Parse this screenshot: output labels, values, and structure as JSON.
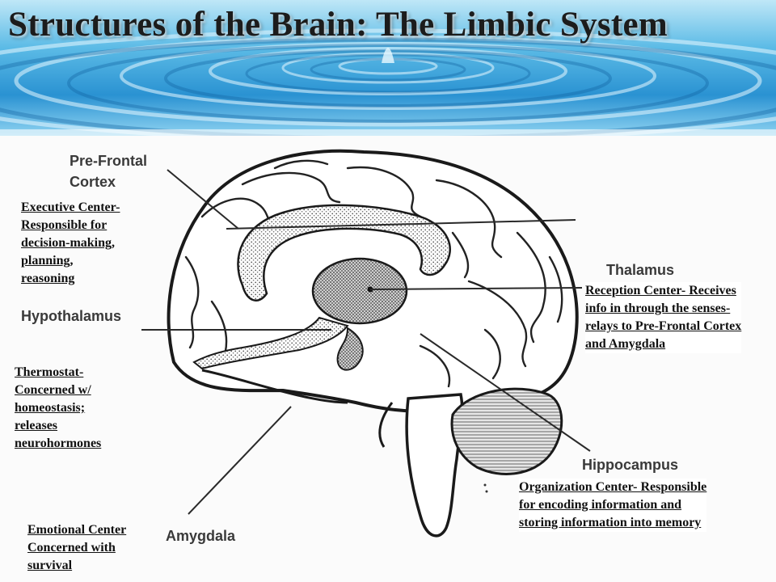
{
  "slide": {
    "title": "Structures of the Brain: The Limbic System"
  },
  "structures": {
    "prefrontal": {
      "label_line1": "Pre-Frontal",
      "label_line2": "Cortex",
      "description": [
        "Executive Center-",
        "Responsible for",
        "decision-making,",
        "planning,",
        "reasoning"
      ]
    },
    "hypothalamus": {
      "label": "Hypothalamus",
      "description": [
        "Thermostat-",
        "Concerned  w/",
        "homeostasis;",
        "releases",
        "neurohormones"
      ]
    },
    "amygdala": {
      "label": "Amygdala",
      "description": [
        "Emotional Center",
        "Concerned  with",
        "survival"
      ]
    },
    "thalamus": {
      "label": "Thalamus",
      "description": [
        "Reception Center- Receives",
        "info in through the senses-",
        "relays to Pre-Frontal Cortex",
        "and Amygdala"
      ]
    },
    "hippocampus": {
      "label": "Hippocampus",
      "description": [
        "Organization Center- Responsible",
        "for encoding information and",
        "storing  information into memory"
      ]
    }
  },
  "colors": {
    "water_light": "#cfeefa",
    "water_mid": "#6cc4ea",
    "water_deep": "#1f86c9",
    "label_gray": "#3a3a3a",
    "ink": "#111111"
  }
}
